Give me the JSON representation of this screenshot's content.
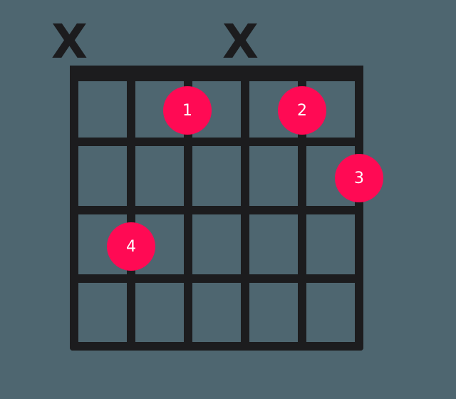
{
  "diagram": {
    "type": "guitar-chord-chart",
    "strings": 6,
    "frets": 4,
    "colors": {
      "background": "#4e6670",
      "grid": "#1c1c1e",
      "finger": "#ff0a54",
      "finger_text": "#ffffff"
    },
    "muted": [
      {
        "string": 1,
        "label": "X"
      },
      {
        "string": 4,
        "label": "X"
      }
    ],
    "fingers": [
      {
        "label": "1",
        "string": 3,
        "fret": 1
      },
      {
        "label": "2",
        "string": 5,
        "fret": 1
      },
      {
        "label": "3",
        "string": 6,
        "fret": 2
      },
      {
        "label": "4",
        "string": 2,
        "fret": 3
      }
    ]
  }
}
